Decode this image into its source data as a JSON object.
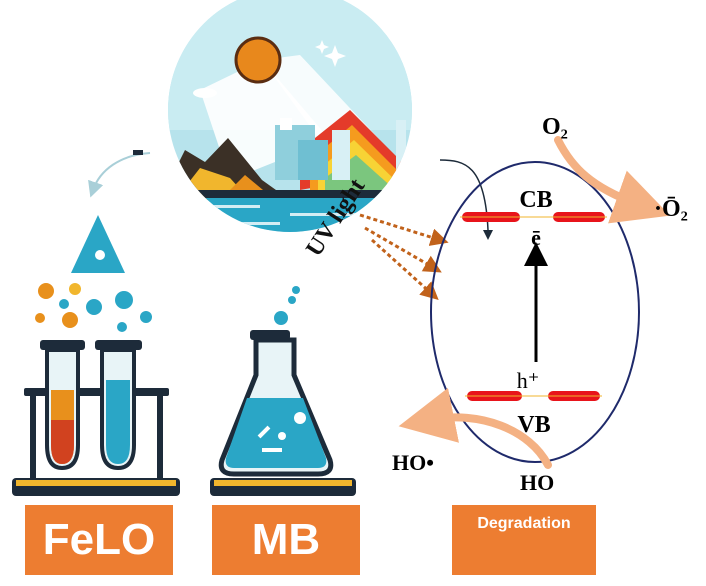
{
  "labels": {
    "felo": "FeLO",
    "mb": "MB",
    "degradation": "Degradation",
    "uv_light": "UV light"
  },
  "band": {
    "cb": "CB",
    "vb": "VB",
    "electron": "ē",
    "hole": "h⁺"
  },
  "species": {
    "o2": "O₂",
    "superoxide": "·Ō₂",
    "ho_radical": "HO•",
    "ho": "HO"
  },
  "colors": {
    "accent_orange": "#ed7d31",
    "band_red": "#e8141b",
    "ellipse_stroke": "#1f2a6b",
    "water_blue": "#2aa6c6",
    "arrow_peach": "#f4b183"
  }
}
